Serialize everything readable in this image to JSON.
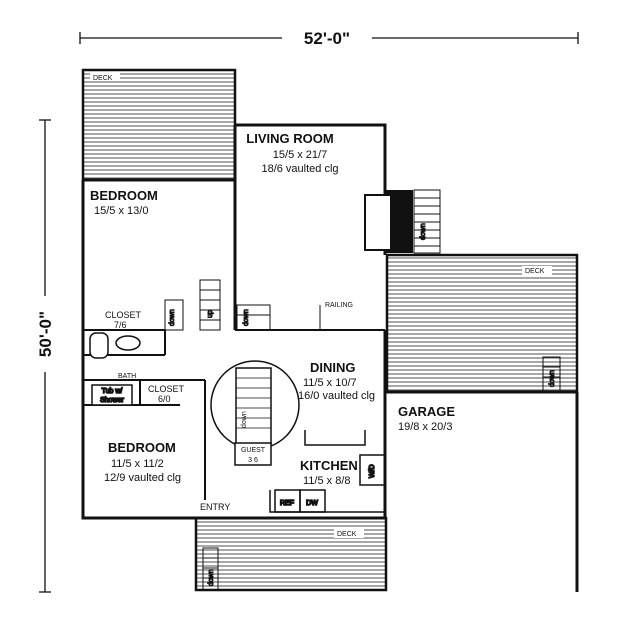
{
  "overall": {
    "width": "52'-0\"",
    "depth": "50'-0\""
  },
  "rooms": {
    "living": {
      "name": "LIVING ROOM",
      "size": "15/5 x 21/7",
      "note": "18/6 vaulted clg"
    },
    "bedroom1": {
      "name": "BEDROOM",
      "size": "15/5 x 13/0"
    },
    "dining": {
      "name": "DINING",
      "size": "11/5 x 10/7",
      "note": "16/0 vaulted clg"
    },
    "garage": {
      "name": "GARAGE",
      "size": "19/8 x 20/3"
    },
    "bedroom2": {
      "name": "BEDROOM",
      "size": "11/5 x 11/2",
      "note": "12/9 vaulted clg"
    },
    "kitchen": {
      "name": "KITCHEN",
      "size": "11/5 x 8/8"
    }
  },
  "labels": {
    "deck_top": "DECK",
    "deck_right": "DECK",
    "deck_bottom": "DECK",
    "closet1": "CLOSET",
    "closet1_size": "7/6",
    "closet2": "CLOSET",
    "closet2_size": "6/0",
    "bath": "BATH",
    "tub_line1": "Tub w/",
    "tub_line2": "Shower",
    "railing": "RAILING",
    "entry": "ENTRY",
    "guest": "GUEST",
    "guest_size": "3 6",
    "ref": "REF",
    "dw": "DW",
    "wd": "W/D"
  },
  "stairs": {
    "down1": "down",
    "up": "up",
    "down2": "down",
    "down3": "down",
    "down4": "down",
    "down5": "down",
    "down6": "down"
  }
}
